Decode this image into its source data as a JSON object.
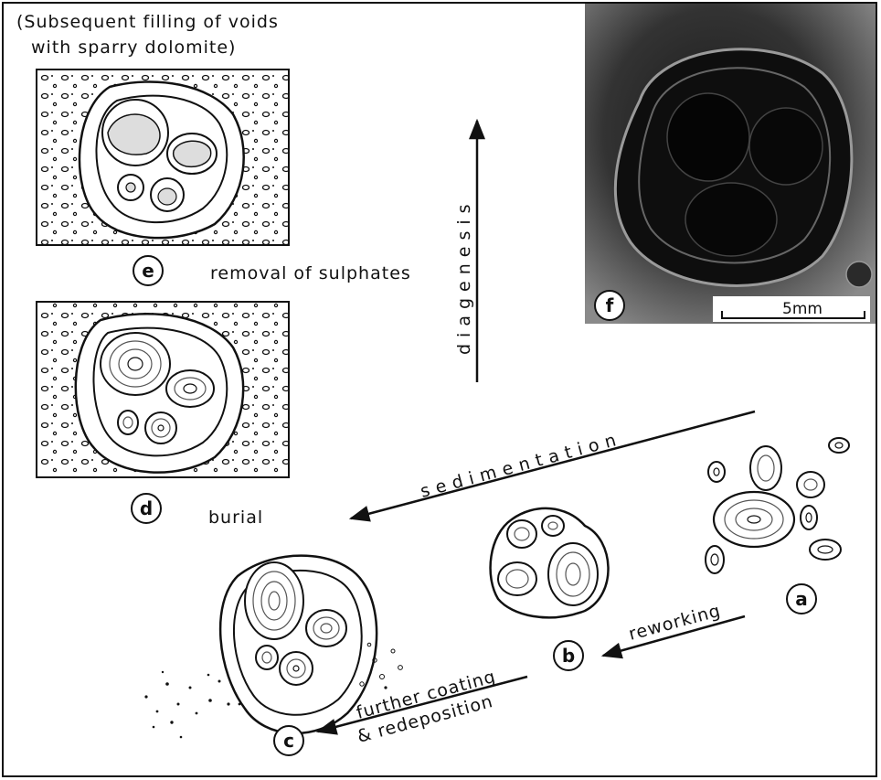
{
  "caption_top": {
    "line1": "(Subsequent filling of voids",
    "line2": "with sparry dolomite)"
  },
  "stages": {
    "a": {
      "letter": "a"
    },
    "b": {
      "letter": "b"
    },
    "c": {
      "letter": "c"
    },
    "d": {
      "letter": "d",
      "label": "burial"
    },
    "e": {
      "letter": "e",
      "label": "removal of sulphates"
    },
    "f": {
      "letter": "f"
    }
  },
  "arrows": {
    "diagenesis": "diagenesis",
    "sedimentation": "sedimentation",
    "reworking": "reworking",
    "further_coating_line1": "further coating",
    "further_coating_line2": "& redeposition"
  },
  "scale_bar": {
    "label": "5mm"
  }
}
